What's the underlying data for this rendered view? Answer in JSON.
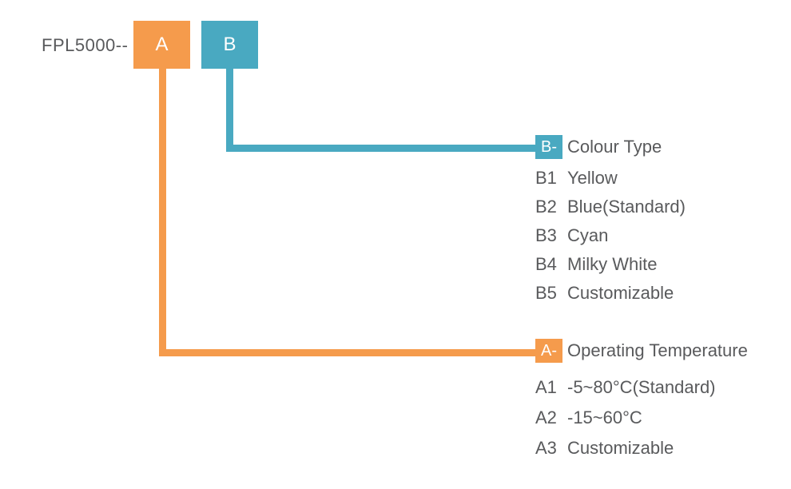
{
  "product_code": {
    "label": "FPL5000--"
  },
  "boxes": {
    "a_letter": "A",
    "b_letter": "B"
  },
  "colors": {
    "orange": "#f59b4c",
    "teal": "#49a9c1",
    "text": "#595a5c"
  },
  "legend_b": {
    "tag": "B-",
    "title": "Colour Type",
    "items": [
      {
        "code": "B1",
        "label": "Yellow"
      },
      {
        "code": "B2",
        "label": "Blue(Standard)"
      },
      {
        "code": "B3",
        "label": "Cyan"
      },
      {
        "code": "B4",
        "label": "Milky White"
      },
      {
        "code": "B5",
        "label": "Customizable"
      }
    ]
  },
  "legend_a": {
    "tag": "A-",
    "title": "Operating Temperature",
    "items": [
      {
        "code": "A1",
        "label": "-5~80°C(Standard)"
      },
      {
        "code": "A2",
        "label": "-15~60°C"
      },
      {
        "code": "A3",
        "label": "Customizable"
      }
    ]
  }
}
